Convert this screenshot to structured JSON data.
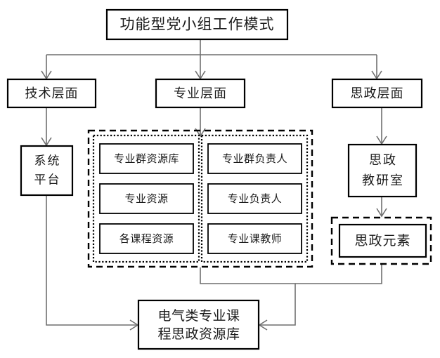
{
  "diagram": {
    "title_box": {
      "label": "功能型党小组工作模式"
    },
    "levels": [
      {
        "id": "technology",
        "label": "技术层面"
      },
      {
        "id": "specialty",
        "label": "专业层面"
      },
      {
        "id": "ideology",
        "label": "思政层面"
      }
    ],
    "technology_branch": {
      "platform_line1": "系统",
      "platform_line2": "平台"
    },
    "specialty_branch": {
      "resource_group": [
        {
          "label": "专业群资源库"
        },
        {
          "label": "专业资源"
        },
        {
          "label": "各课程资源"
        }
      ],
      "people_group": [
        {
          "label": "专业群负责人"
        },
        {
          "label": "专业负责人"
        },
        {
          "label": "专业课教师"
        }
      ]
    },
    "ideology_branch": {
      "office_line1": "思政",
      "office_line2": "教研室",
      "element_label": "思政元素"
    },
    "result_box": {
      "line1": "电气类专业课",
      "line2": "程思政资源库"
    },
    "colors": {
      "box_stroke": "#000000",
      "connector": "#6f6f6f",
      "text": "#1a1a1a",
      "background": "#ffffff"
    }
  }
}
